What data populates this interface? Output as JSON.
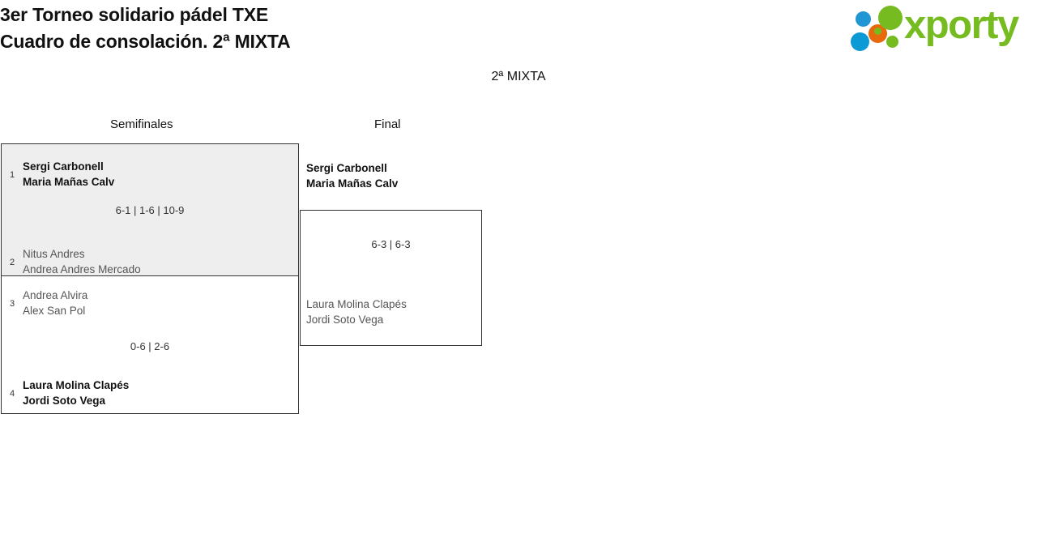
{
  "header": {
    "title": "3er Torneo solidario pádel TXE\nCuadro de consolación. 2ª MIXTA",
    "logo": {
      "wordmark": "xporty",
      "colors": {
        "green": "#76bc21",
        "blue": "#0b9ad6",
        "orange": "#e8690b"
      }
    }
  },
  "category": {
    "heading": "2ª MIXTA"
  },
  "rounds": [
    {
      "key": "semifinales",
      "label": "Semifinales"
    },
    {
      "key": "final",
      "label": "Final"
    }
  ],
  "bracket": {
    "semifinals": [
      {
        "score": "6-1 | 1-6 | 10-9",
        "teams": [
          {
            "seed": "1",
            "player1": "Sergi Carbonell",
            "player2": "Maria Mañas Calv",
            "result": "winner"
          },
          {
            "seed": "2",
            "player1": "Nitus Andres",
            "player2": "Andrea Andres Mercado",
            "result": "loser"
          }
        ]
      },
      {
        "score": "0-6 | 2-6",
        "teams": [
          {
            "seed": "3",
            "player1": "Andrea Alvira",
            "player2": "Alex San Pol",
            "result": "loser"
          },
          {
            "seed": "4",
            "player1": "Laura Molina Clapés",
            "player2": "Jordi Soto Vega",
            "result": "winner"
          }
        ]
      }
    ],
    "final": {
      "score": "6-3 | 6-3",
      "teams": [
        {
          "player1": "Sergi Carbonell",
          "player2": "Maria Mañas Calv",
          "result": "winner"
        },
        {
          "player1": "Laura Molina Clapés",
          "player2": "Jordi Soto Vega",
          "result": "loser"
        }
      ]
    }
  }
}
